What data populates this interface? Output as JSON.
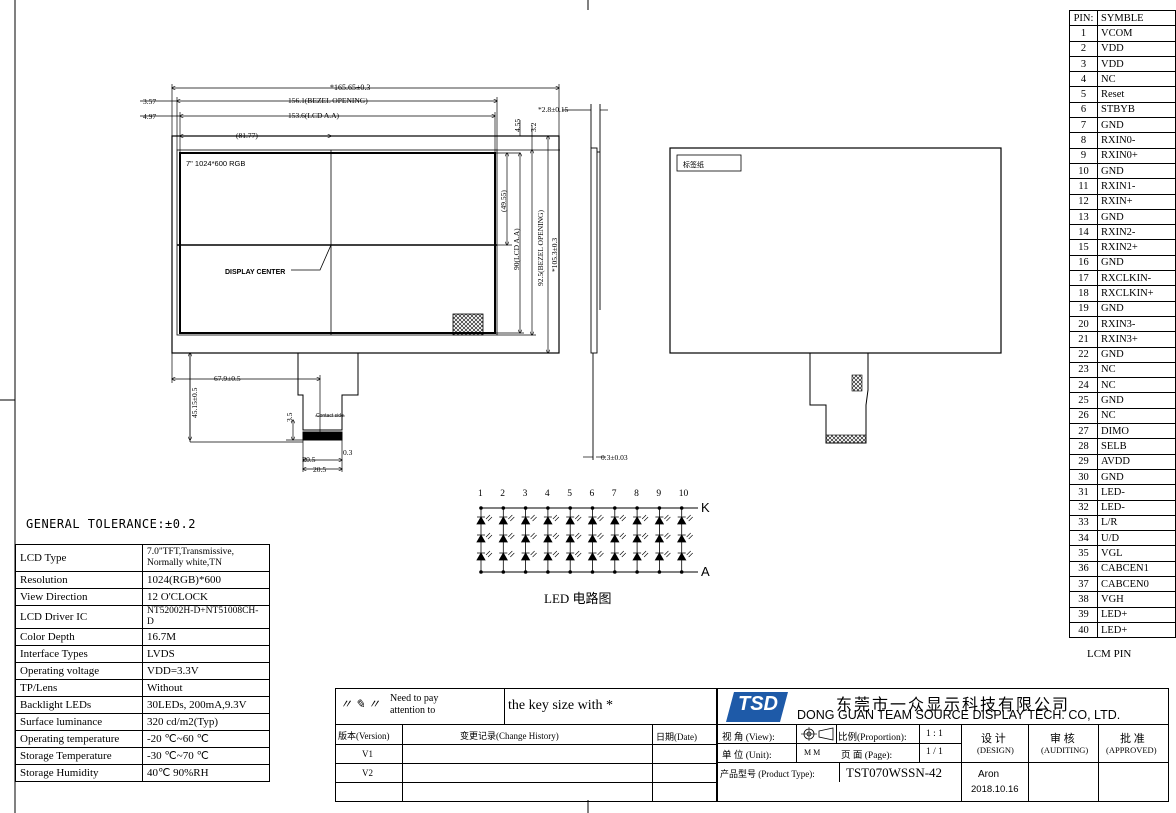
{
  "drawing": {
    "dims": {
      "overall_width": "*165.65±0.3",
      "bezel_opening_w": "156.1(BEZEL OPENING)",
      "active_area_w": "153.6(LCD A.A)",
      "center_x": "(81.77)",
      "left_offset_1": "3.57",
      "left_offset_2": "4.97",
      "top_offset_1": "4.55",
      "top_offset_2": "3.2",
      "center_y": "(49.55)",
      "active_area_h": "90(LCD A.A)",
      "bezel_opening_h": "92.5(BEZEL OPENING)",
      "overall_height": "*105.3±0.3",
      "fpc_pos": "67.9±0.5",
      "fpc_len": "45.15±0.5",
      "fpc_tail": "3.5",
      "pitch": "P0.5",
      "pad_w": "0.3",
      "fpc_width": "20.5",
      "thickness": "*2.8±0.15",
      "fpc_thickness": "0.3±0.03"
    },
    "front_label": "7\" 1024*600 RGB",
    "display_center": "DISPLAY CENTER",
    "contact_side": "Contact side",
    "back_label": "标签纸"
  },
  "led_circuit": {
    "columns": [
      "1",
      "2",
      "3",
      "4",
      "5",
      "6",
      "7",
      "8",
      "9",
      "10"
    ],
    "cathode": "K",
    "anode": "A",
    "caption": "LED  电路图"
  },
  "general_tolerance": "GENERAL TOLERANCE:±0.2",
  "specs": [
    {
      "label": "LCD Type",
      "value": "7.0\"TFT,Transmissive,\nNormally white,TN"
    },
    {
      "label": "Resolution",
      "value": "1024(RGB)*600"
    },
    {
      "label": "View Direction",
      "value": "12 O'CLOCK"
    },
    {
      "label": "LCD Driver IC",
      "value": "NT52002H-D+NT51008CH-D"
    },
    {
      "label": "Color Depth",
      "value": "16.7M"
    },
    {
      "label": "Interface Types",
      "value": "LVDS"
    },
    {
      "label": "Operating voltage",
      "value": "VDD=3.3V"
    },
    {
      "label": "TP/Lens",
      "value": "Without"
    },
    {
      "label": "Backlight LEDs",
      "value": "30LEDs, 200mA,9.3V"
    },
    {
      "label": "Surface luminance",
      "value": "320 cd/m2(Typ)"
    },
    {
      "label": "Operating temperature",
      "value": "-20 ℃~60 ℃"
    },
    {
      "label": "Storage Temperature",
      "value": "-30 ℃~70 ℃"
    },
    {
      "label": "Storage Humidity",
      "value": "40℃ 90%RH"
    }
  ],
  "pin_table": {
    "header_pin": "PIN:",
    "header_symbol": "SYMBLE",
    "caption": "LCM PIN",
    "pins": [
      [
        "1",
        "VCOM"
      ],
      [
        "2",
        "VDD"
      ],
      [
        "3",
        "VDD"
      ],
      [
        "4",
        "NC"
      ],
      [
        "5",
        "Reset"
      ],
      [
        "6",
        "STBYB"
      ],
      [
        "7",
        "GND"
      ],
      [
        "8",
        "RXIN0-"
      ],
      [
        "9",
        "RXIN0+"
      ],
      [
        "10",
        "GND"
      ],
      [
        "11",
        "RXIN1-"
      ],
      [
        "12",
        "RXIN+"
      ],
      [
        "13",
        "GND"
      ],
      [
        "14",
        "RXIN2-"
      ],
      [
        "15",
        "RXIN2+"
      ],
      [
        "16",
        "GND"
      ],
      [
        "17",
        "RXCLKIN-"
      ],
      [
        "18",
        "RXCLKIN+"
      ],
      [
        "19",
        "GND"
      ],
      [
        "20",
        "RXIN3-"
      ],
      [
        "21",
        "RXIN3+"
      ],
      [
        "22",
        "GND"
      ],
      [
        "23",
        "NC"
      ],
      [
        "24",
        "NC"
      ],
      [
        "25",
        "GND"
      ],
      [
        "26",
        "NC"
      ],
      [
        "27",
        "DIMO"
      ],
      [
        "28",
        "SELB"
      ],
      [
        "29",
        "AVDD"
      ],
      [
        "30",
        "GND"
      ],
      [
        "31",
        "LED-"
      ],
      [
        "32",
        "LED-"
      ],
      [
        "33",
        "L/R"
      ],
      [
        "34",
        "U/D"
      ],
      [
        "35",
        "VGL"
      ],
      [
        "36",
        "CABCEN1"
      ],
      [
        "37",
        "CABCEN0"
      ],
      [
        "38",
        "VGH"
      ],
      [
        "39",
        "LED+"
      ],
      [
        "40",
        "LED+"
      ]
    ]
  },
  "title_block": {
    "attention_1": "Need to pay",
    "attention_2": "attention to",
    "key_note": "the key size with *",
    "version_header": "版本(Version)",
    "change_header": "变更记录(Change History)",
    "date_header": "日期(Date)",
    "v1": "V1",
    "v2": "V2",
    "company_cn": "东莞市一众显示科技有限公司",
    "company_en": "DONG GUAN TEAM SOURCE DISPLAY TECH. CO, LTD.",
    "logo_text": "TSD",
    "view_label": "视  角 (View):",
    "proportion_label": "比例(Proportion):",
    "proportion": "1 : 1",
    "unit_label": "单  位 (Unit):",
    "unit": "M M",
    "page_label": "页  面 (Page):",
    "page": "1 / 1",
    "product_label": "产品型号 (Product Type):",
    "product": "TST070WSSN-42",
    "design": "设 计",
    "design_en": "(DESIGN)",
    "auditing": "审 核",
    "auditing_en": "(AUDITING)",
    "approved": "批 准",
    "approved_en": "(APPROVED)",
    "designer": "Aron",
    "date": "2018.10.16"
  },
  "colors": {
    "line": "#000000",
    "background": "#ffffff",
    "logo": "#1e5aa8"
  }
}
